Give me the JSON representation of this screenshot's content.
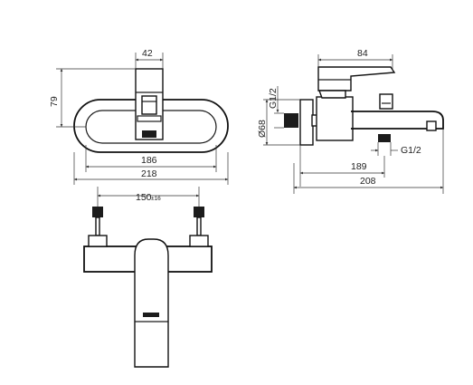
{
  "dimensions": {
    "front_top_width": "42",
    "front_height": "79",
    "front_inner_width": "186",
    "front_overall_width": "218",
    "side_top_width": "84",
    "side_thread_top": "G1/2",
    "side_flange_dia": "Ø68",
    "side_thread_bottom": "G1/2",
    "side_inner_length": "189",
    "side_overall_length": "208",
    "bottom_centers": "150",
    "bottom_centers_tolerance": "±16"
  }
}
